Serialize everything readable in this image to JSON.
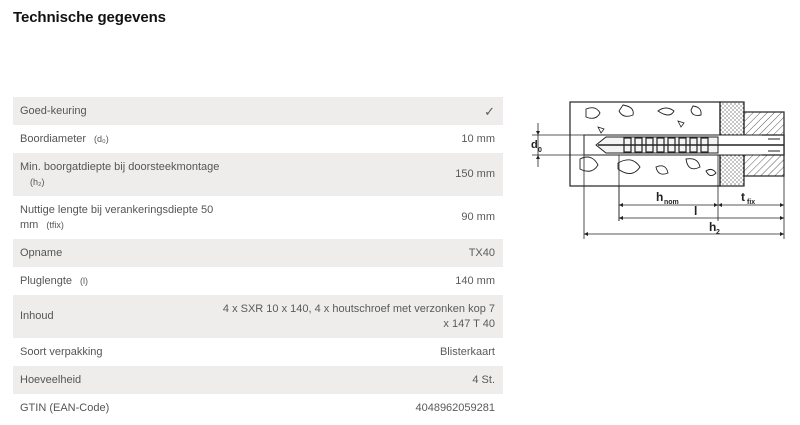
{
  "page": {
    "title": "Technische gegevens"
  },
  "rows": [
    {
      "label": "Goed-keuring",
      "value": "✓",
      "symbol": ""
    },
    {
      "label": "Boordiameter",
      "symbol": "(d₀)",
      "value": "10 mm"
    },
    {
      "label": "Min. boorgatdiepte bij doorsteekmontage",
      "symbol": "(h₂)",
      "value": "150 mm"
    },
    {
      "label": "Nuttige lengte bij verankeringsdiepte 50 mm",
      "symbol": "(tfix)",
      "value": "90 mm"
    },
    {
      "label": "Opname",
      "symbol": "",
      "value": "TX40"
    },
    {
      "label": "Pluglengte",
      "symbol": "(l)",
      "value": "140 mm"
    },
    {
      "label": "Inhoud",
      "symbol": "",
      "value": "4 x SXR 10 x 140, 4 x houtschroef met verzonken kop 7 x 147 T 40"
    },
    {
      "label": "Soort verpakking",
      "symbol": "",
      "value": "Blisterkaart"
    },
    {
      "label": "Hoeveelheid",
      "symbol": "",
      "value": "4 St."
    },
    {
      "label": "GTIN (EAN-Code)",
      "symbol": "",
      "value": "4048962059281"
    }
  ],
  "diagram": {
    "d0": "d",
    "d0_sub": "0",
    "hnom": "h",
    "hnom_sub": "nom",
    "tfix": "t",
    "tfix_sub": "fix",
    "l": "l",
    "h2": "h",
    "h2_sub": "2"
  }
}
